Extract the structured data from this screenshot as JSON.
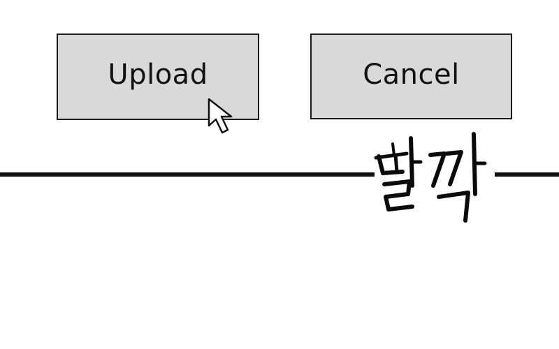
{
  "buttons": {
    "upload_label": "Upload",
    "cancel_label": "Cancel"
  },
  "sound_effect": {
    "text": "딸깍"
  },
  "icons": {
    "cursor": "mouse-pointer-icon"
  },
  "colors": {
    "button_fill": "#d9d9d9",
    "button_border": "#1a1a1a",
    "text": "#111111",
    "background": "#ffffff",
    "rule": "#111111"
  }
}
